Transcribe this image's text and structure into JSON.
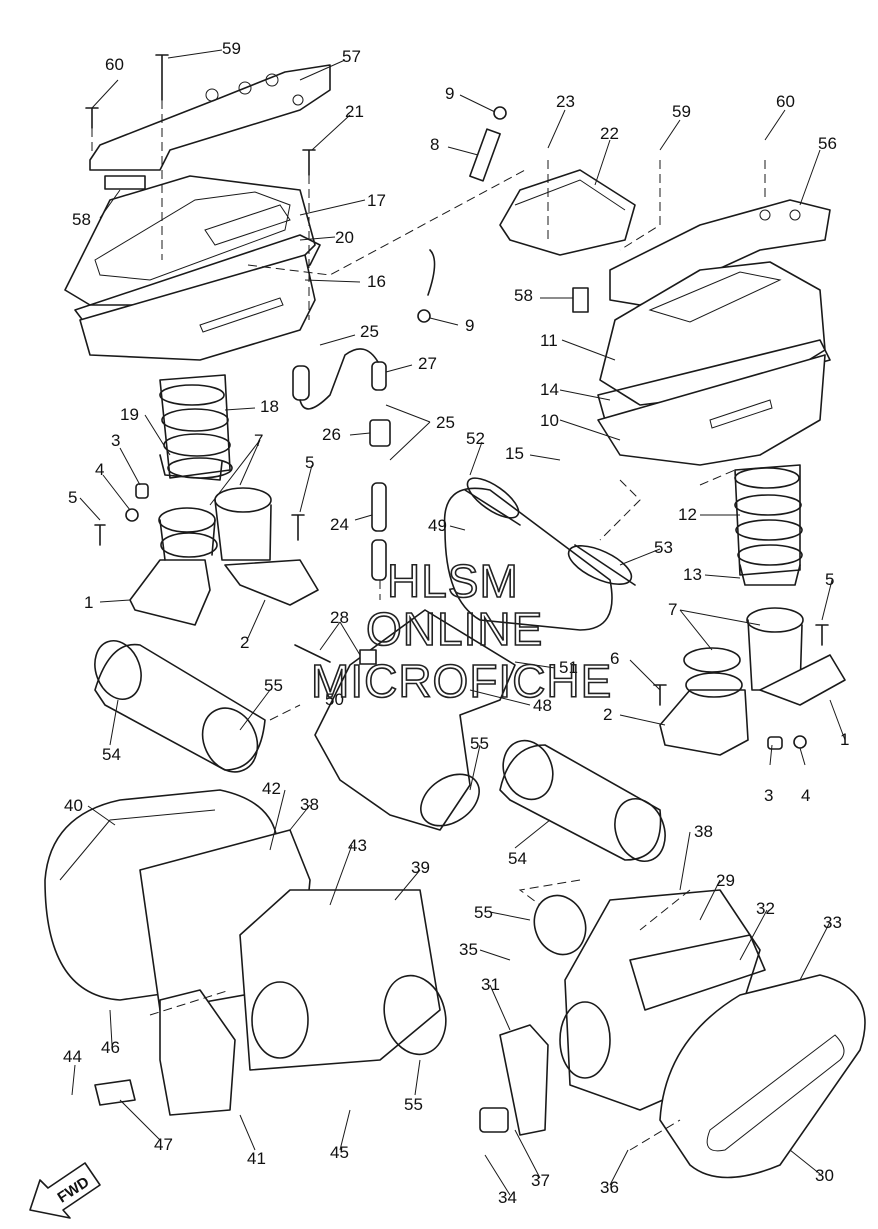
{
  "watermark": {
    "line1": "HLSM",
    "line2": "ONLINE",
    "line3": "MICROFICHE"
  },
  "direction_badge": {
    "label": "FWD"
  },
  "callouts": [
    {
      "id": "c60a",
      "text": "60"
    },
    {
      "id": "c59a",
      "text": "59"
    },
    {
      "id": "c57",
      "text": "57"
    },
    {
      "id": "c21",
      "text": "21"
    },
    {
      "id": "c17",
      "text": "17"
    },
    {
      "id": "c20",
      "text": "20"
    },
    {
      "id": "c16",
      "text": "16"
    },
    {
      "id": "c58a",
      "text": "58"
    },
    {
      "id": "c9a",
      "text": "9"
    },
    {
      "id": "c8",
      "text": "8"
    },
    {
      "id": "c9b",
      "text": "9"
    },
    {
      "id": "c23",
      "text": "23"
    },
    {
      "id": "c22",
      "text": "22"
    },
    {
      "id": "c59b",
      "text": "59"
    },
    {
      "id": "c60b",
      "text": "60"
    },
    {
      "id": "c56",
      "text": "56"
    },
    {
      "id": "c58b",
      "text": "58"
    },
    {
      "id": "c11",
      "text": "11"
    },
    {
      "id": "c14",
      "text": "14"
    },
    {
      "id": "c10",
      "text": "10"
    },
    {
      "id": "c15",
      "text": "15"
    },
    {
      "id": "c25a",
      "text": "25"
    },
    {
      "id": "c27",
      "text": "27"
    },
    {
      "id": "c25b",
      "text": "25"
    },
    {
      "id": "c26",
      "text": "26"
    },
    {
      "id": "c24",
      "text": "24"
    },
    {
      "id": "c18",
      "text": "18"
    },
    {
      "id": "c19",
      "text": "19"
    },
    {
      "id": "c3a",
      "text": "3"
    },
    {
      "id": "c4a",
      "text": "4"
    },
    {
      "id": "c5a",
      "text": "5"
    },
    {
      "id": "c7a",
      "text": "7"
    },
    {
      "id": "c5b",
      "text": "5"
    },
    {
      "id": "c1a",
      "text": "1"
    },
    {
      "id": "c2a",
      "text": "2"
    },
    {
      "id": "c52",
      "text": "52"
    },
    {
      "id": "c49",
      "text": "49"
    },
    {
      "id": "c53",
      "text": "53"
    },
    {
      "id": "c12",
      "text": "12"
    },
    {
      "id": "c13",
      "text": "13"
    },
    {
      "id": "c5c",
      "text": "5"
    },
    {
      "id": "c7b",
      "text": "7"
    },
    {
      "id": "c6",
      "text": "6"
    },
    {
      "id": "c2b",
      "text": "2"
    },
    {
      "id": "c1b",
      "text": "1"
    },
    {
      "id": "c3b",
      "text": "3"
    },
    {
      "id": "c4b",
      "text": "4"
    },
    {
      "id": "c28",
      "text": "28"
    },
    {
      "id": "c50",
      "text": "50"
    },
    {
      "id": "c51",
      "text": "51"
    },
    {
      "id": "c48",
      "text": "48"
    },
    {
      "id": "c55a",
      "text": "55"
    },
    {
      "id": "c54a",
      "text": "54"
    },
    {
      "id": "c55b",
      "text": "55"
    },
    {
      "id": "c54b",
      "text": "54"
    },
    {
      "id": "c40",
      "text": "40"
    },
    {
      "id": "c42",
      "text": "42"
    },
    {
      "id": "c38a",
      "text": "38"
    },
    {
      "id": "c43",
      "text": "43"
    },
    {
      "id": "c39",
      "text": "39"
    },
    {
      "id": "c38b",
      "text": "38"
    },
    {
      "id": "c29",
      "text": "29"
    },
    {
      "id": "c32",
      "text": "32"
    },
    {
      "id": "c33",
      "text": "33"
    },
    {
      "id": "c55c",
      "text": "55"
    },
    {
      "id": "c35",
      "text": "35"
    },
    {
      "id": "c31",
      "text": "31"
    },
    {
      "id": "c46",
      "text": "46"
    },
    {
      "id": "c44",
      "text": "44"
    },
    {
      "id": "c47",
      "text": "47"
    },
    {
      "id": "c41",
      "text": "41"
    },
    {
      "id": "c45",
      "text": "45"
    },
    {
      "id": "c55d",
      "text": "55"
    },
    {
      "id": "c37",
      "text": "37"
    },
    {
      "id": "c34",
      "text": "34"
    },
    {
      "id": "c36",
      "text": "36"
    },
    {
      "id": "c30",
      "text": "30"
    }
  ]
}
